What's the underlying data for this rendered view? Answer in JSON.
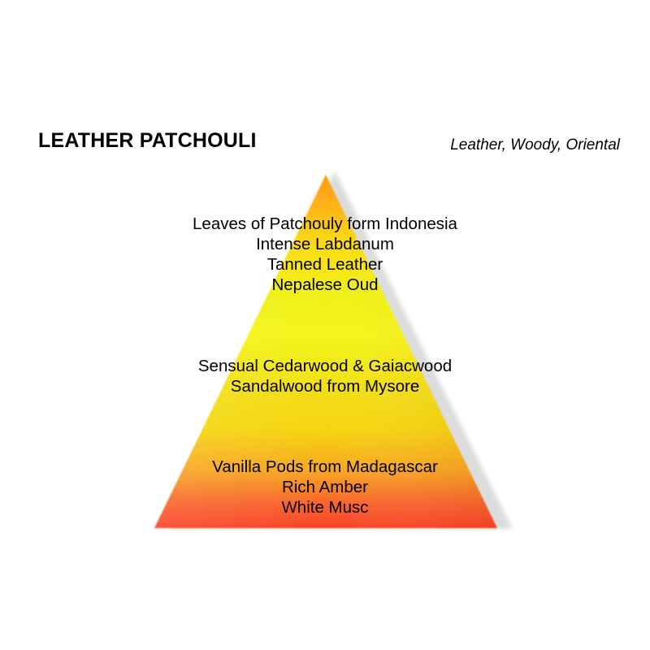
{
  "header": {
    "title": "LEATHER PATCHOULI",
    "subtitle": "Leather, Woody, Oriental"
  },
  "pyramid": {
    "shadow_color": "#dcdcdc",
    "gradient_stops": [
      "#ff9c00",
      "#ffa81a",
      "#fbdc10",
      "#f2f218",
      "#f5f51a",
      "#f5d510",
      "#f58a2e",
      "#f8502e",
      "#fa4828"
    ],
    "groups": [
      {
        "id": "top",
        "name": "top-notes",
        "lines": [
          "Leaves of Patchouly form Indonesia",
          "Intense Labdanum",
          "Tanned Leather",
          "Nepalese Oud"
        ]
      },
      {
        "id": "heart",
        "name": "heart-notes",
        "lines": [
          "Sensual Cedarwood & Gaiacwood",
          "Sandalwood from Mysore"
        ]
      },
      {
        "id": "base",
        "name": "base-notes",
        "lines": [
          "Vanilla Pods from Madagascar",
          "Rich Amber",
          "White Musc"
        ]
      }
    ]
  }
}
